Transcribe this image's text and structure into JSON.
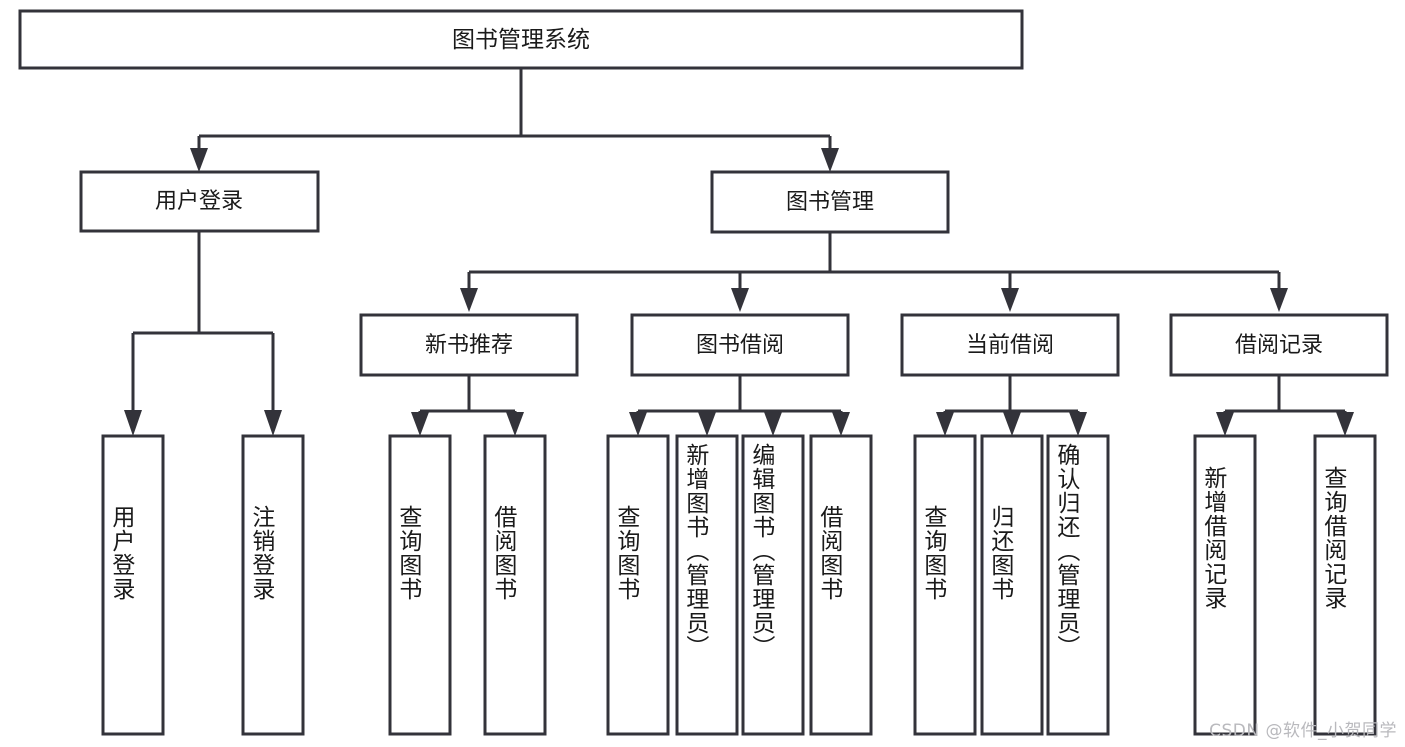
{
  "diagram": {
    "kind": "tree-hierarchy-diagram",
    "title": "图书管理系统",
    "colors": {
      "background": "#ffffff",
      "stroke": "#33333a",
      "node_fill": "#ffffff",
      "text": "#1a1a1a",
      "watermark": "#b9b9bd"
    },
    "root": {
      "label": "图书管理系统"
    },
    "level2": [
      {
        "label": "用户登录"
      },
      {
        "label": "图书管理"
      }
    ],
    "level3": [
      {
        "label": "新书推荐"
      },
      {
        "label": "图书借阅"
      },
      {
        "label": "当前借阅"
      },
      {
        "label": "借阅记录"
      }
    ],
    "leaves": {
      "user_login": [
        {
          "label": "用户登录"
        },
        {
          "label": "注销登录"
        }
      ],
      "new_book_recommend": [
        {
          "label": "查询图书"
        },
        {
          "label": "借阅图书"
        }
      ],
      "book_borrow": [
        {
          "label": "查询图书"
        },
        {
          "label": "新增图书（管理员）"
        },
        {
          "label": "编辑图书（管理员）"
        },
        {
          "label": "借阅图书"
        }
      ],
      "current_borrow": [
        {
          "label": "查询图书"
        },
        {
          "label": "归还图书"
        },
        {
          "label": "确认归还（管理员）"
        }
      ],
      "borrow_record": [
        {
          "label": "新增借阅记录"
        },
        {
          "label": "查询借阅记录"
        }
      ]
    },
    "watermark": "CSDN @软件_小贺同学"
  }
}
